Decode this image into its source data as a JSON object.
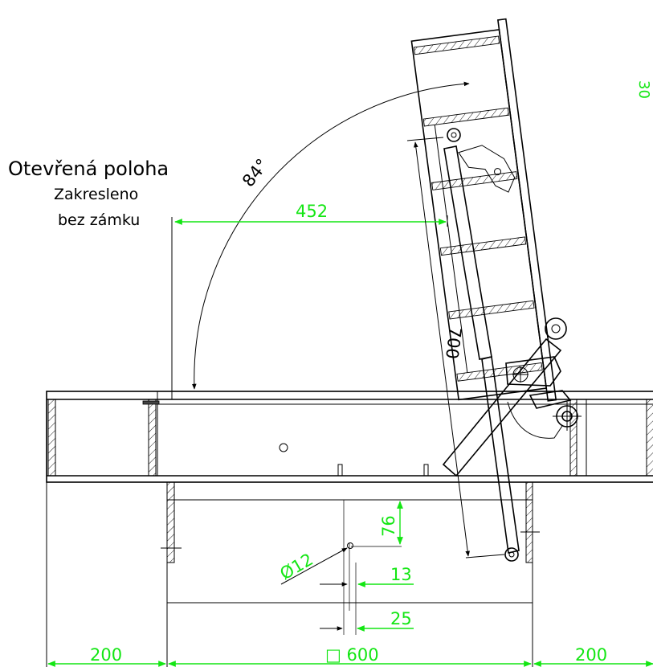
{
  "notes": {
    "title": "Otevřená poloha",
    "line2": "Zakresleno",
    "line3": "bez zámku"
  },
  "dimensions": {
    "angle": "84°",
    "horizontal_reach": "452",
    "lid_length": "700",
    "edge_offset": "76",
    "hole_diameter": "Ø12",
    "gap_13": "13",
    "gap_25": "25",
    "frame_left": "200",
    "opening": "□ 600",
    "frame_right": "200",
    "edge_partial": "30"
  },
  "colors": {
    "dimension": "#14e614",
    "outline": "#000000",
    "background": "#ffffff"
  }
}
